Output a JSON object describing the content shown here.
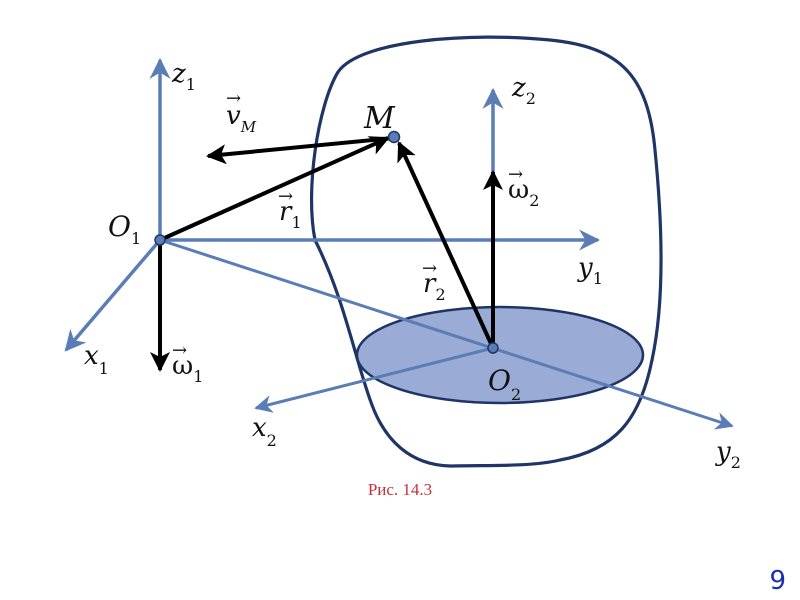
{
  "colors": {
    "axis": "#5a7db5",
    "body_outline": "#1f3566",
    "disk_fill": "#9aabd6",
    "disk_stroke": "#1f3566",
    "vector": "#000000",
    "caption": "#c8303c",
    "page_number": "#1b2db3"
  },
  "labels": {
    "z1": {
      "base": "z",
      "sub": "1"
    },
    "x1": {
      "base": "x",
      "sub": "1"
    },
    "y1": {
      "base": "y",
      "sub": "1"
    },
    "o1": {
      "base": "O",
      "sub": "1"
    },
    "z2": {
      "base": "z",
      "sub": "2"
    },
    "x2": {
      "base": "x",
      "sub": "2"
    },
    "y2": {
      "base": "y",
      "sub": "2"
    },
    "o2": {
      "base": "O",
      "sub": "2"
    },
    "point_m": "M",
    "v_m": {
      "base": "v",
      "sub": "M"
    },
    "r1": {
      "base": "r",
      "sub": "1"
    },
    "r2": {
      "base": "r",
      "sub": "2"
    },
    "omega1": {
      "base": "ω",
      "sub": "1"
    },
    "omega2": {
      "base": "ω",
      "sub": "2"
    },
    "vector_mark": "→"
  },
  "caption": "Рис. 14.3",
  "page_number": "9"
}
